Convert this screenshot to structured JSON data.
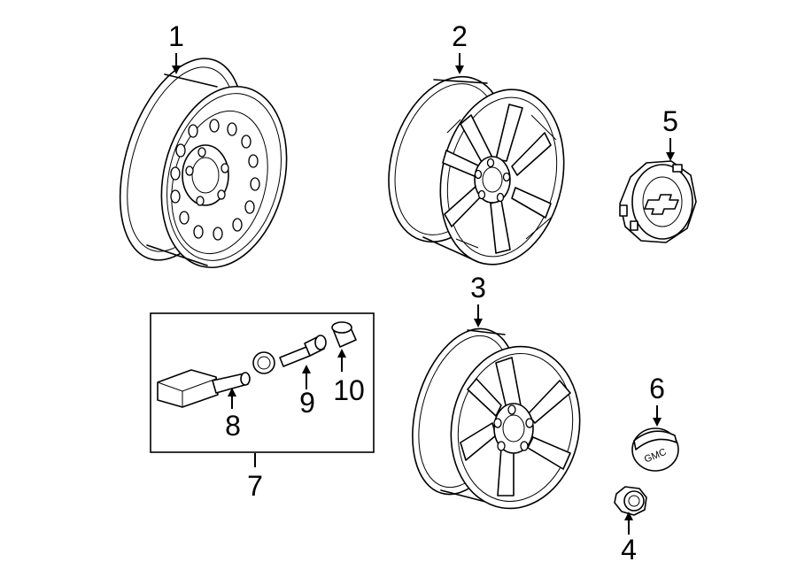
{
  "diagram": {
    "callouts": [
      {
        "id": "1",
        "label": "1",
        "part": "steel-wheel"
      },
      {
        "id": "2",
        "label": "2",
        "part": "alloy-wheel-split-spoke"
      },
      {
        "id": "3",
        "label": "3",
        "part": "alloy-wheel-five-spoke"
      },
      {
        "id": "4",
        "label": "4",
        "part": "lug-nut"
      },
      {
        "id": "5",
        "label": "5",
        "part": "center-cap-chevrolet"
      },
      {
        "id": "6",
        "label": "6",
        "part": "center-cap-gmc"
      },
      {
        "id": "7",
        "label": "7",
        "part": "tpms-sensor-kit"
      },
      {
        "id": "8",
        "label": "8",
        "part": "tpms-sensor"
      },
      {
        "id": "9",
        "label": "9",
        "part": "valve-stem"
      },
      {
        "id": "10",
        "label": "10",
        "part": "valve-cap"
      }
    ],
    "cap_logo_text": "GMC"
  }
}
